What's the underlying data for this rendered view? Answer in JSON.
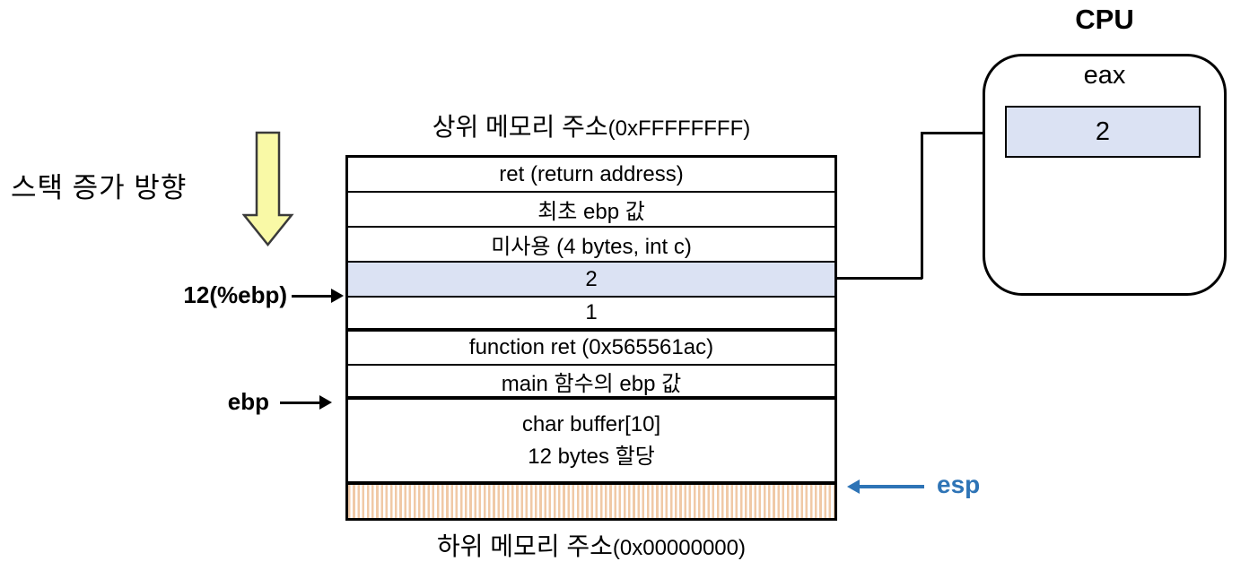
{
  "stack": {
    "top_label": {
      "korean": "상위 메모리 주소",
      "hex": "(0xFFFFFFFF)"
    },
    "bottom_label": {
      "korean": "하위 메모리 주소",
      "hex": "(0x00000000)"
    },
    "rows": [
      {
        "label": "ret (return address)",
        "type": "normal"
      },
      {
        "label": "최초 ebp 값",
        "type": "normal"
      },
      {
        "label": "미사용 (4 bytes, int c)",
        "type": "normal"
      },
      {
        "label": "2",
        "type": "highlight"
      },
      {
        "label": "1",
        "type": "normal"
      },
      {
        "label": "function ret (0x565561ac)",
        "type": "normal"
      },
      {
        "label": "main 함수의 ebp 값",
        "type": "normal"
      },
      {
        "label": "char buffer[10]",
        "label2": "12 bytes 할당",
        "type": "normal-tall"
      },
      {
        "label": "",
        "type": "hatched"
      }
    ]
  },
  "annotations": {
    "growth_direction": "스택 증가 방향",
    "ebp_offset": "12(%ebp)",
    "ebp": "ebp",
    "esp": "esp"
  },
  "cpu": {
    "title": "CPU",
    "register_name": "eax",
    "register_value": "2"
  },
  "colors": {
    "highlight_fill": "#dbe2f3",
    "esp_blue": "#2e74b6",
    "yellow_arrow_fill": "#f9f9a6",
    "hatch_stripe": "#f0c9a6",
    "line_black": "#000000"
  }
}
